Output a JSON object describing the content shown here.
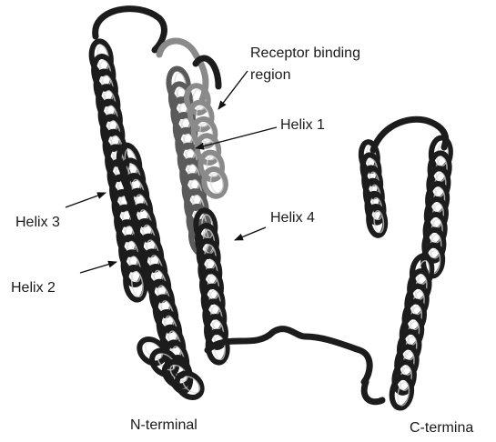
{
  "labels": {
    "receptor_line1": "Receptor binding",
    "receptor_line2": "region",
    "helix1": "Helix 1",
    "helix2": "Helix 2",
    "helix3": "Helix 3",
    "helix4": "Helix 4",
    "n_terminal": "N-terminal",
    "c_terminal": "C-termina"
  },
  "colors": {
    "ribbon_dark": "#1c1c1c",
    "ribbon_mid": "#5a5a5a",
    "ribbon_highlight": "#d8d8d8",
    "receptor_region": "#8a8a8a",
    "arrow": "#111111",
    "text": "#1a1a1a"
  }
}
